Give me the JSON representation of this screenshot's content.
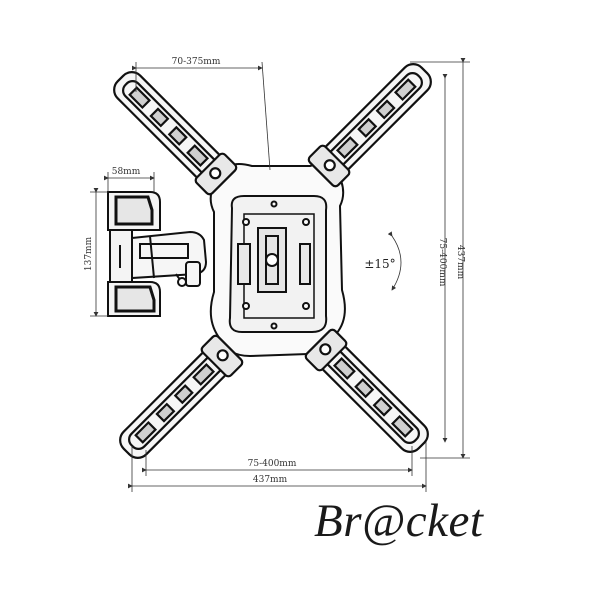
{
  "diagram": {
    "dimensions": {
      "top_width": "70-375mm",
      "arm_depth": "58mm",
      "plate_height": "137mm",
      "vertical_range": "75-400mm",
      "total_height": "437mm",
      "horizontal_range": "75-400mm",
      "total_width": "437mm"
    },
    "tilt": "±15°"
  },
  "brand": "Br@cket"
}
